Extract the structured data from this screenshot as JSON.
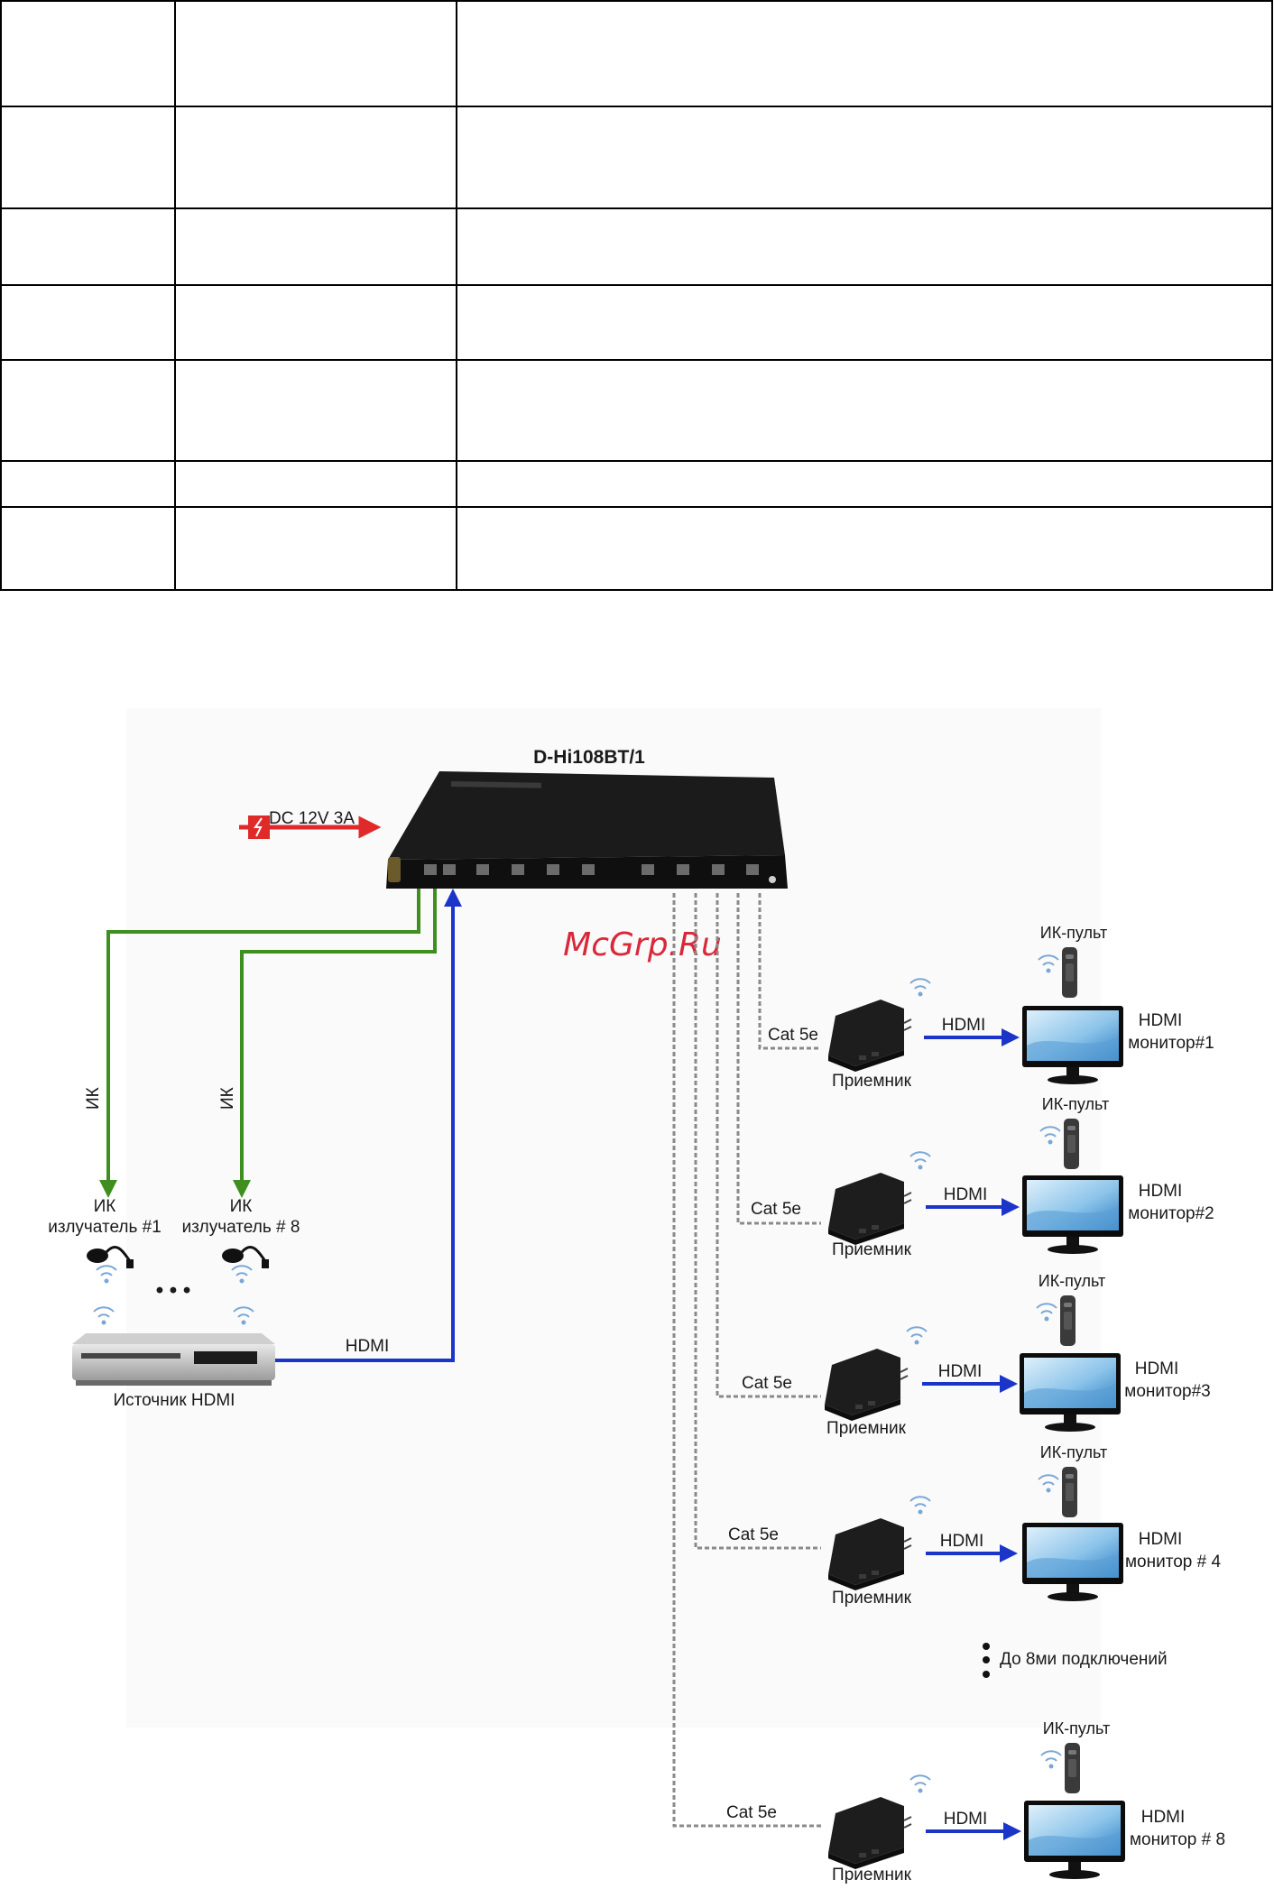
{
  "table": {
    "rows": [
      [
        "",
        "",
        ""
      ],
      [
        "",
        "",
        ""
      ],
      [
        "",
        "",
        ""
      ],
      [
        "",
        "",
        ""
      ],
      [
        "",
        "",
        ""
      ],
      [
        "",
        "",
        ""
      ],
      [
        "",
        "",
        ""
      ]
    ]
  },
  "diagram": {
    "device_title": "D-Hi108BT/1",
    "power_label": "DC 12V 3A",
    "watermark": "McGrp.Ru",
    "ir_line_label": "ИК",
    "emitters": [
      {
        "line1": "ИК",
        "line2": "излучатель #1"
      },
      {
        "line1": "ИК",
        "line2": "излучатель # 8"
      }
    ],
    "ellipsis": "• • •",
    "source_label": "Источник HDMI",
    "source_hdmi_label": "HDMI",
    "receivers": [
      {
        "cable": "Cat 5e",
        "receiver": "Приемник",
        "hdmi": "HDMI",
        "remote": "ИК-пульт",
        "monitor_l1": "HDMI",
        "monitor_l2": "монитор#1"
      },
      {
        "cable": "Cat 5e",
        "receiver": "Приемник",
        "hdmi": "HDMI",
        "remote": "ИК-пульт",
        "monitor_l1": "HDMI",
        "monitor_l2": "монитор#2"
      },
      {
        "cable": "Cat 5e",
        "receiver": "Приемник",
        "hdmi": "HDMI",
        "remote": "ИК-пульт",
        "monitor_l1": "HDMI",
        "monitor_l2": "монитор#3"
      },
      {
        "cable": "Cat 5e",
        "receiver": "Приемник",
        "hdmi": "HDMI",
        "remote": "ИК-пульт",
        "monitor_l1": "HDMI",
        "monitor_l2": "монитор # 4"
      },
      {
        "cable": "Cat 5e",
        "receiver": "Приемник",
        "hdmi": "HDMI",
        "remote": "ИК-пульт",
        "monitor_l1": "HDMI",
        "monitor_l2": "монитор # 8"
      }
    ],
    "more_connections": "До 8ми подключений",
    "colors": {
      "ir_lines": "#3f8f1f",
      "hdmi_lines": "#1c35c9",
      "power_arrow": "#e02a2a",
      "device": "#1b1b1b"
    }
  }
}
